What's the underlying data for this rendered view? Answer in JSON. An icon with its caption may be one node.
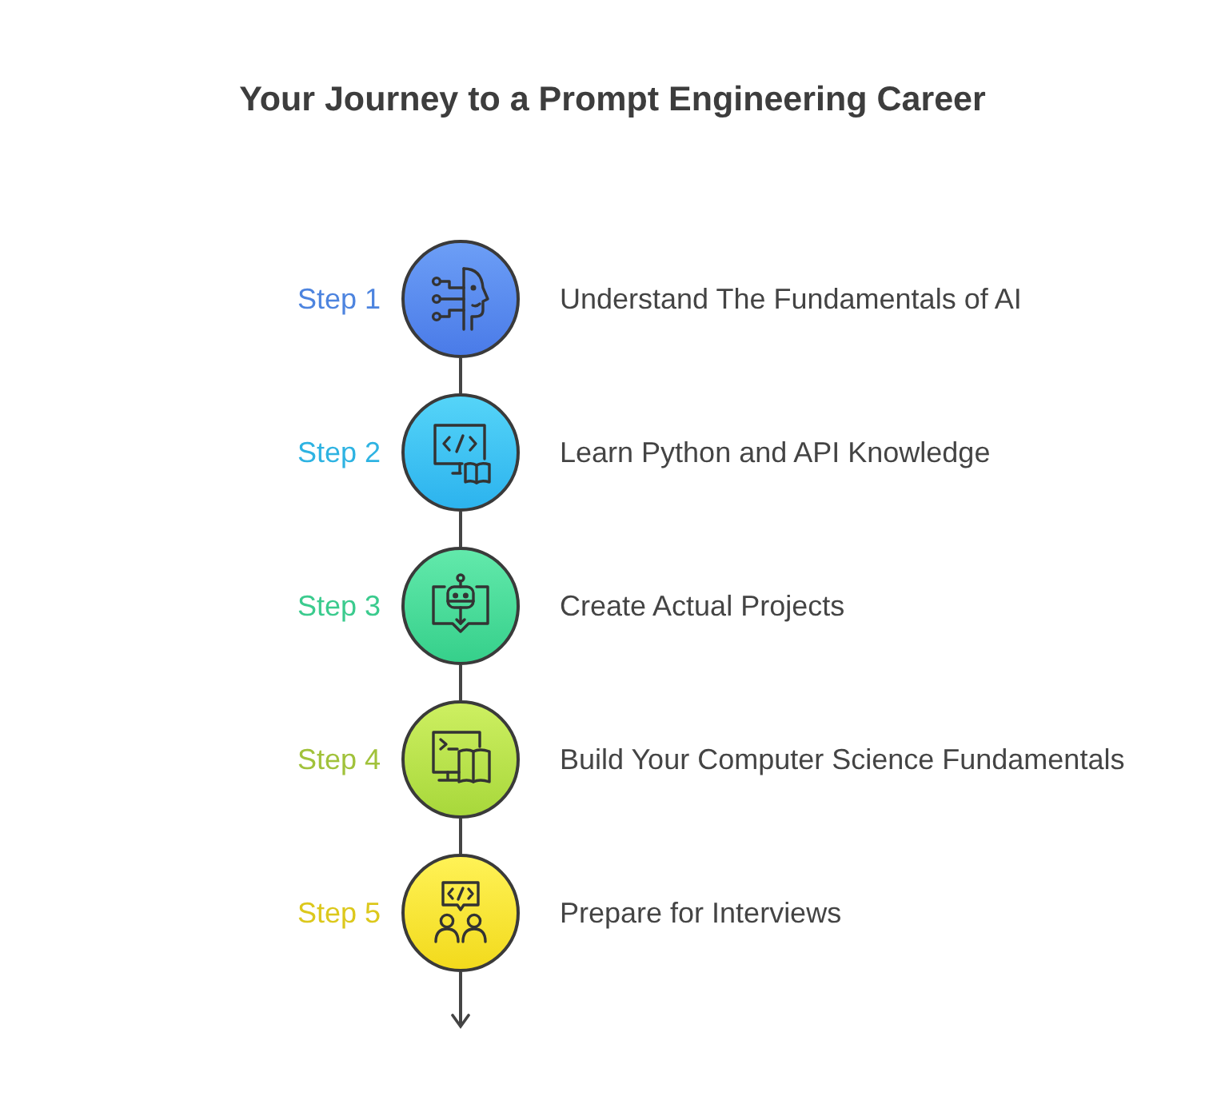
{
  "diagram": {
    "title": "Your Journey to a Prompt Engineering Career",
    "nodes": [
      {
        "text": [],
        "shape": "circle",
        "beside": [
          "Step 1",
          "Understand The Fundamentals of AI"
        ]
      },
      {
        "text": [],
        "shape": "circle",
        "beside": [
          "Step 2",
          "Learn Python and API Knowledge"
        ]
      },
      {
        "text": [],
        "shape": "circle",
        "beside": [
          "Step 3",
          "Create Actual Projects"
        ]
      },
      {
        "text": [],
        "shape": "circle",
        "beside": [
          "Step 4",
          "Build Your Computer Science Fundamentals"
        ]
      },
      {
        "text": [],
        "shape": "circle",
        "beside": [
          "Step 5",
          "Prepare for Interviews"
        ]
      }
    ],
    "edges": [
      {
        "from": 0,
        "to": 1,
        "arrow": "none"
      },
      {
        "from": 1,
        "to": 2,
        "arrow": "none"
      },
      {
        "from": 2,
        "to": 3,
        "arrow": "none"
      },
      {
        "from": 3,
        "to": 4,
        "arrow": "none"
      },
      {
        "from": 4,
        "to": null,
        "arrow": "to"
      }
    ]
  }
}
